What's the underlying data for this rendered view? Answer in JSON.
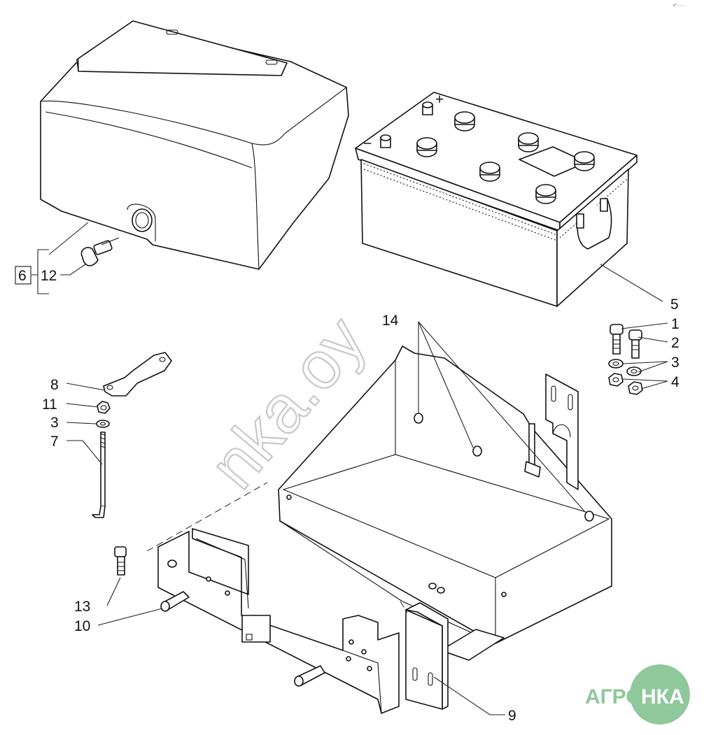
{
  "diagram": {
    "callouts": {
      "c1": "1",
      "c2": "2",
      "c3a": "3",
      "c3b": "3",
      "c4": "4",
      "c5": "5",
      "c6": "6",
      "c7": "7",
      "c8": "8",
      "c9": "9",
      "c10": "10",
      "c11": "11",
      "c12": "12",
      "c13": "13",
      "c14": "14"
    },
    "battery_terminals": {
      "plus": "+",
      "minus": "−"
    },
    "watermark": "nka.oy",
    "logo": {
      "left": "АГРО",
      "circle": "НКА",
      "circle_color": "#8fc89a"
    },
    "corner_mark": "•° ····"
  }
}
